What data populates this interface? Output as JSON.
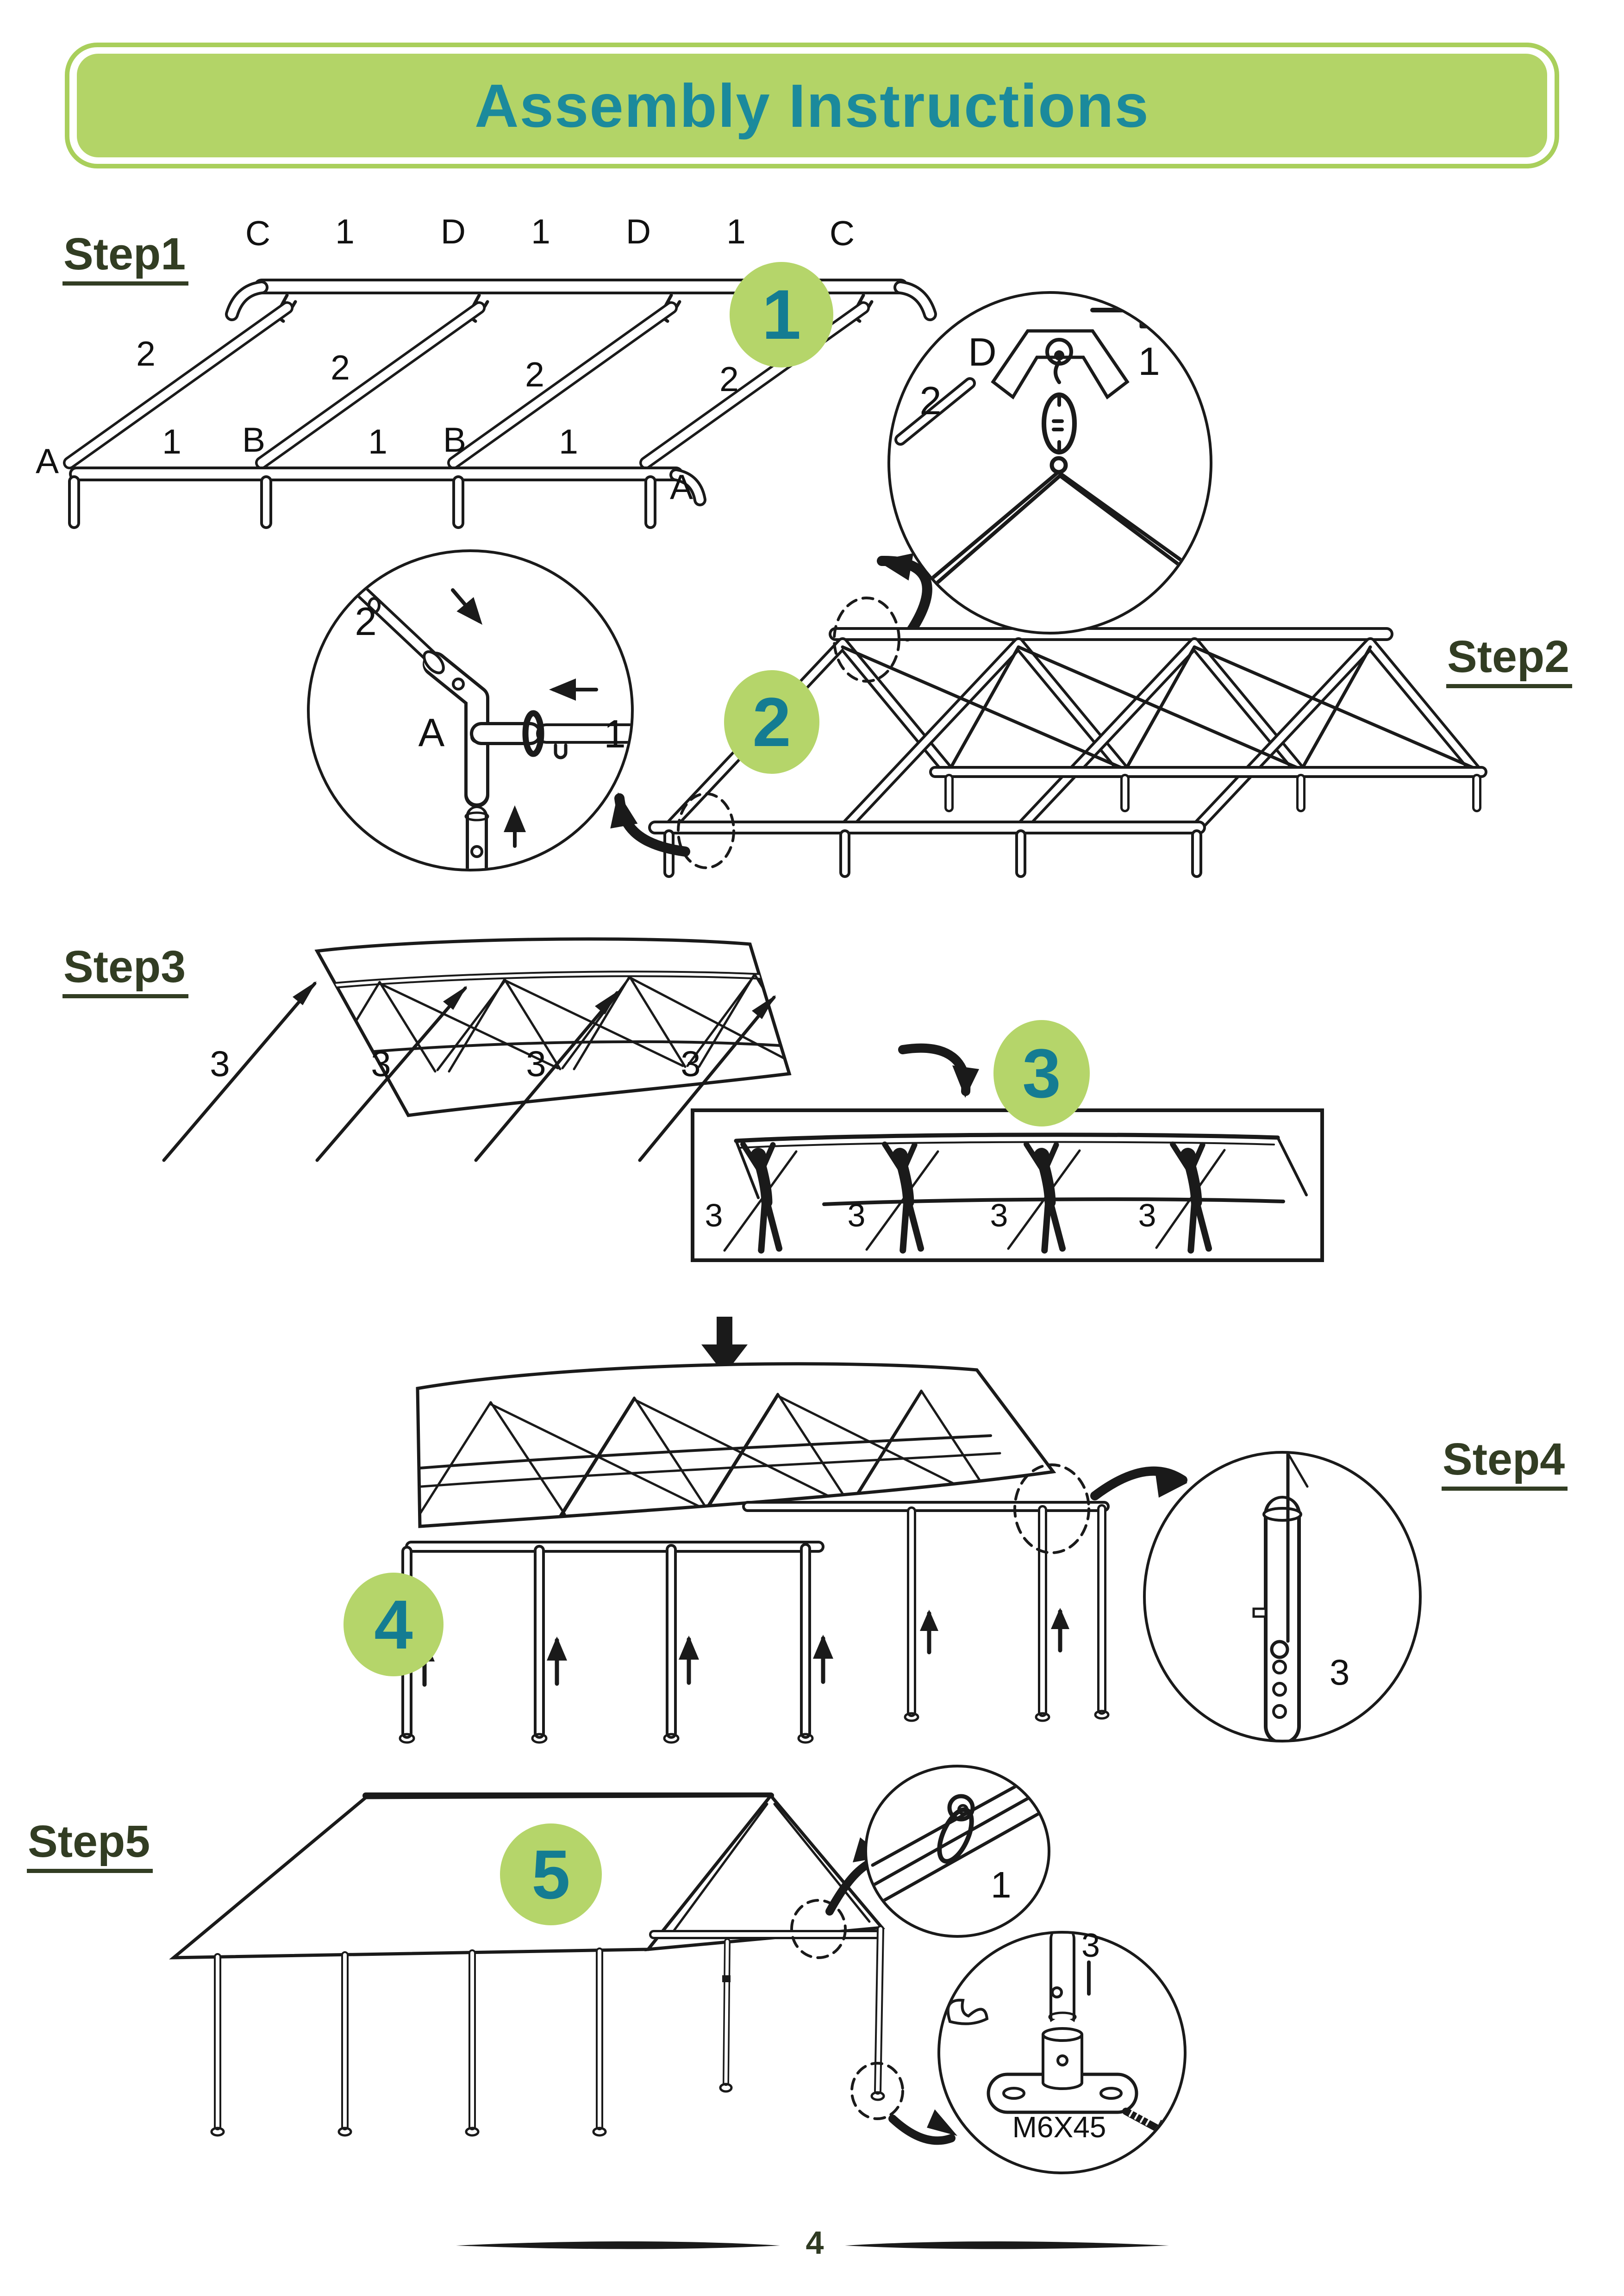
{
  "header": {
    "title": "Assembly Instructions"
  },
  "footer": {
    "page_number": "4"
  },
  "badges": {
    "s1": "1",
    "s2": "2",
    "s3": "3",
    "s4": "4",
    "s5": "5"
  },
  "steps": {
    "s1": {
      "label": "Step1"
    },
    "s2": {
      "label": "Step2"
    },
    "s3": {
      "label": "Step3"
    },
    "s4": {
      "label": "Step4"
    },
    "s5": {
      "label": "Step5"
    }
  },
  "step1": {
    "top_labels": [
      "C",
      "1",
      "D",
      "1",
      "D",
      "1",
      "C"
    ],
    "rafter_labels": [
      "2",
      "2",
      "2",
      "2"
    ],
    "bottom_labels": [
      "A",
      "1",
      "B",
      "1",
      "B",
      "1",
      "A"
    ]
  },
  "detail_d": {
    "part_d": "D",
    "part_1": "1",
    "part_2": "2"
  },
  "detail_a": {
    "part_2": "2",
    "part_a": "A",
    "part_1": "1"
  },
  "step3": {
    "pole_labels": [
      "3",
      "3",
      "3",
      "3"
    ],
    "inset_labels": [
      "3",
      "3",
      "3",
      "3"
    ]
  },
  "step4_detail": {
    "part_3": "3"
  },
  "step5": {
    "strap_label": "1",
    "foot_leg_label": "3",
    "bolt_label": "M6X45"
  },
  "colors": {
    "band_green": "#b3d467",
    "badge_green": "#b5d56a",
    "teal": "#1b8a9c",
    "step_olive": "#323d23",
    "line": "#1a1a1a"
  }
}
